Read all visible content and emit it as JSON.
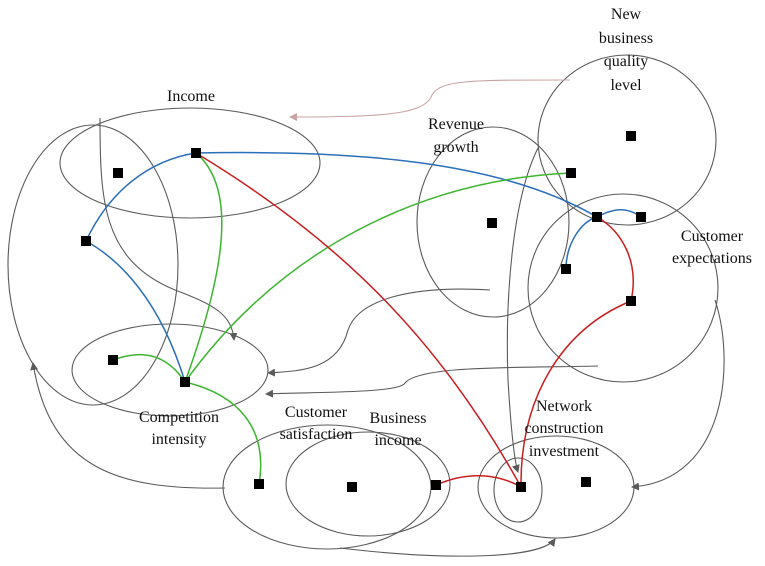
{
  "labels": {
    "income": "Income",
    "new_business_1": "New",
    "new_business_2": "business",
    "new_business_3": "quality",
    "new_business_4": "level",
    "revenue_growth_1": "Revenue",
    "revenue_growth_2": "growth",
    "customer_expectations_1": "Customer",
    "customer_expectations_2": "expectations",
    "competition_intensity_1": "Competition",
    "competition_intensity_2": "intensity",
    "customer_satisfaction_1": "Customer",
    "customer_satisfaction_2": "satisfaction",
    "business_income_1": "Business",
    "business_income_2": "income",
    "network_investment_1": "Network",
    "network_investment_2": "construction",
    "network_investment_3": "investment"
  },
  "colors": {
    "blue": "#2a6fb8",
    "green": "#3cb52f",
    "red": "#c81e1e",
    "pink": "#c9a3a3",
    "gray": "#5a5a5a"
  }
}
